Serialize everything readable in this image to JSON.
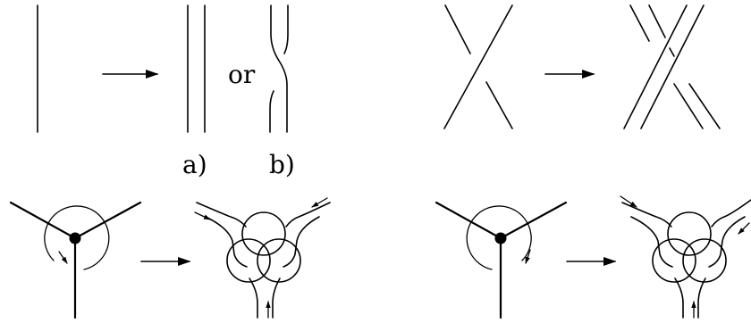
{
  "labels": {
    "or": "or",
    "a": "a)",
    "b": "b)"
  },
  "colors": {
    "ink": "#000000",
    "background": "#ffffff"
  }
}
